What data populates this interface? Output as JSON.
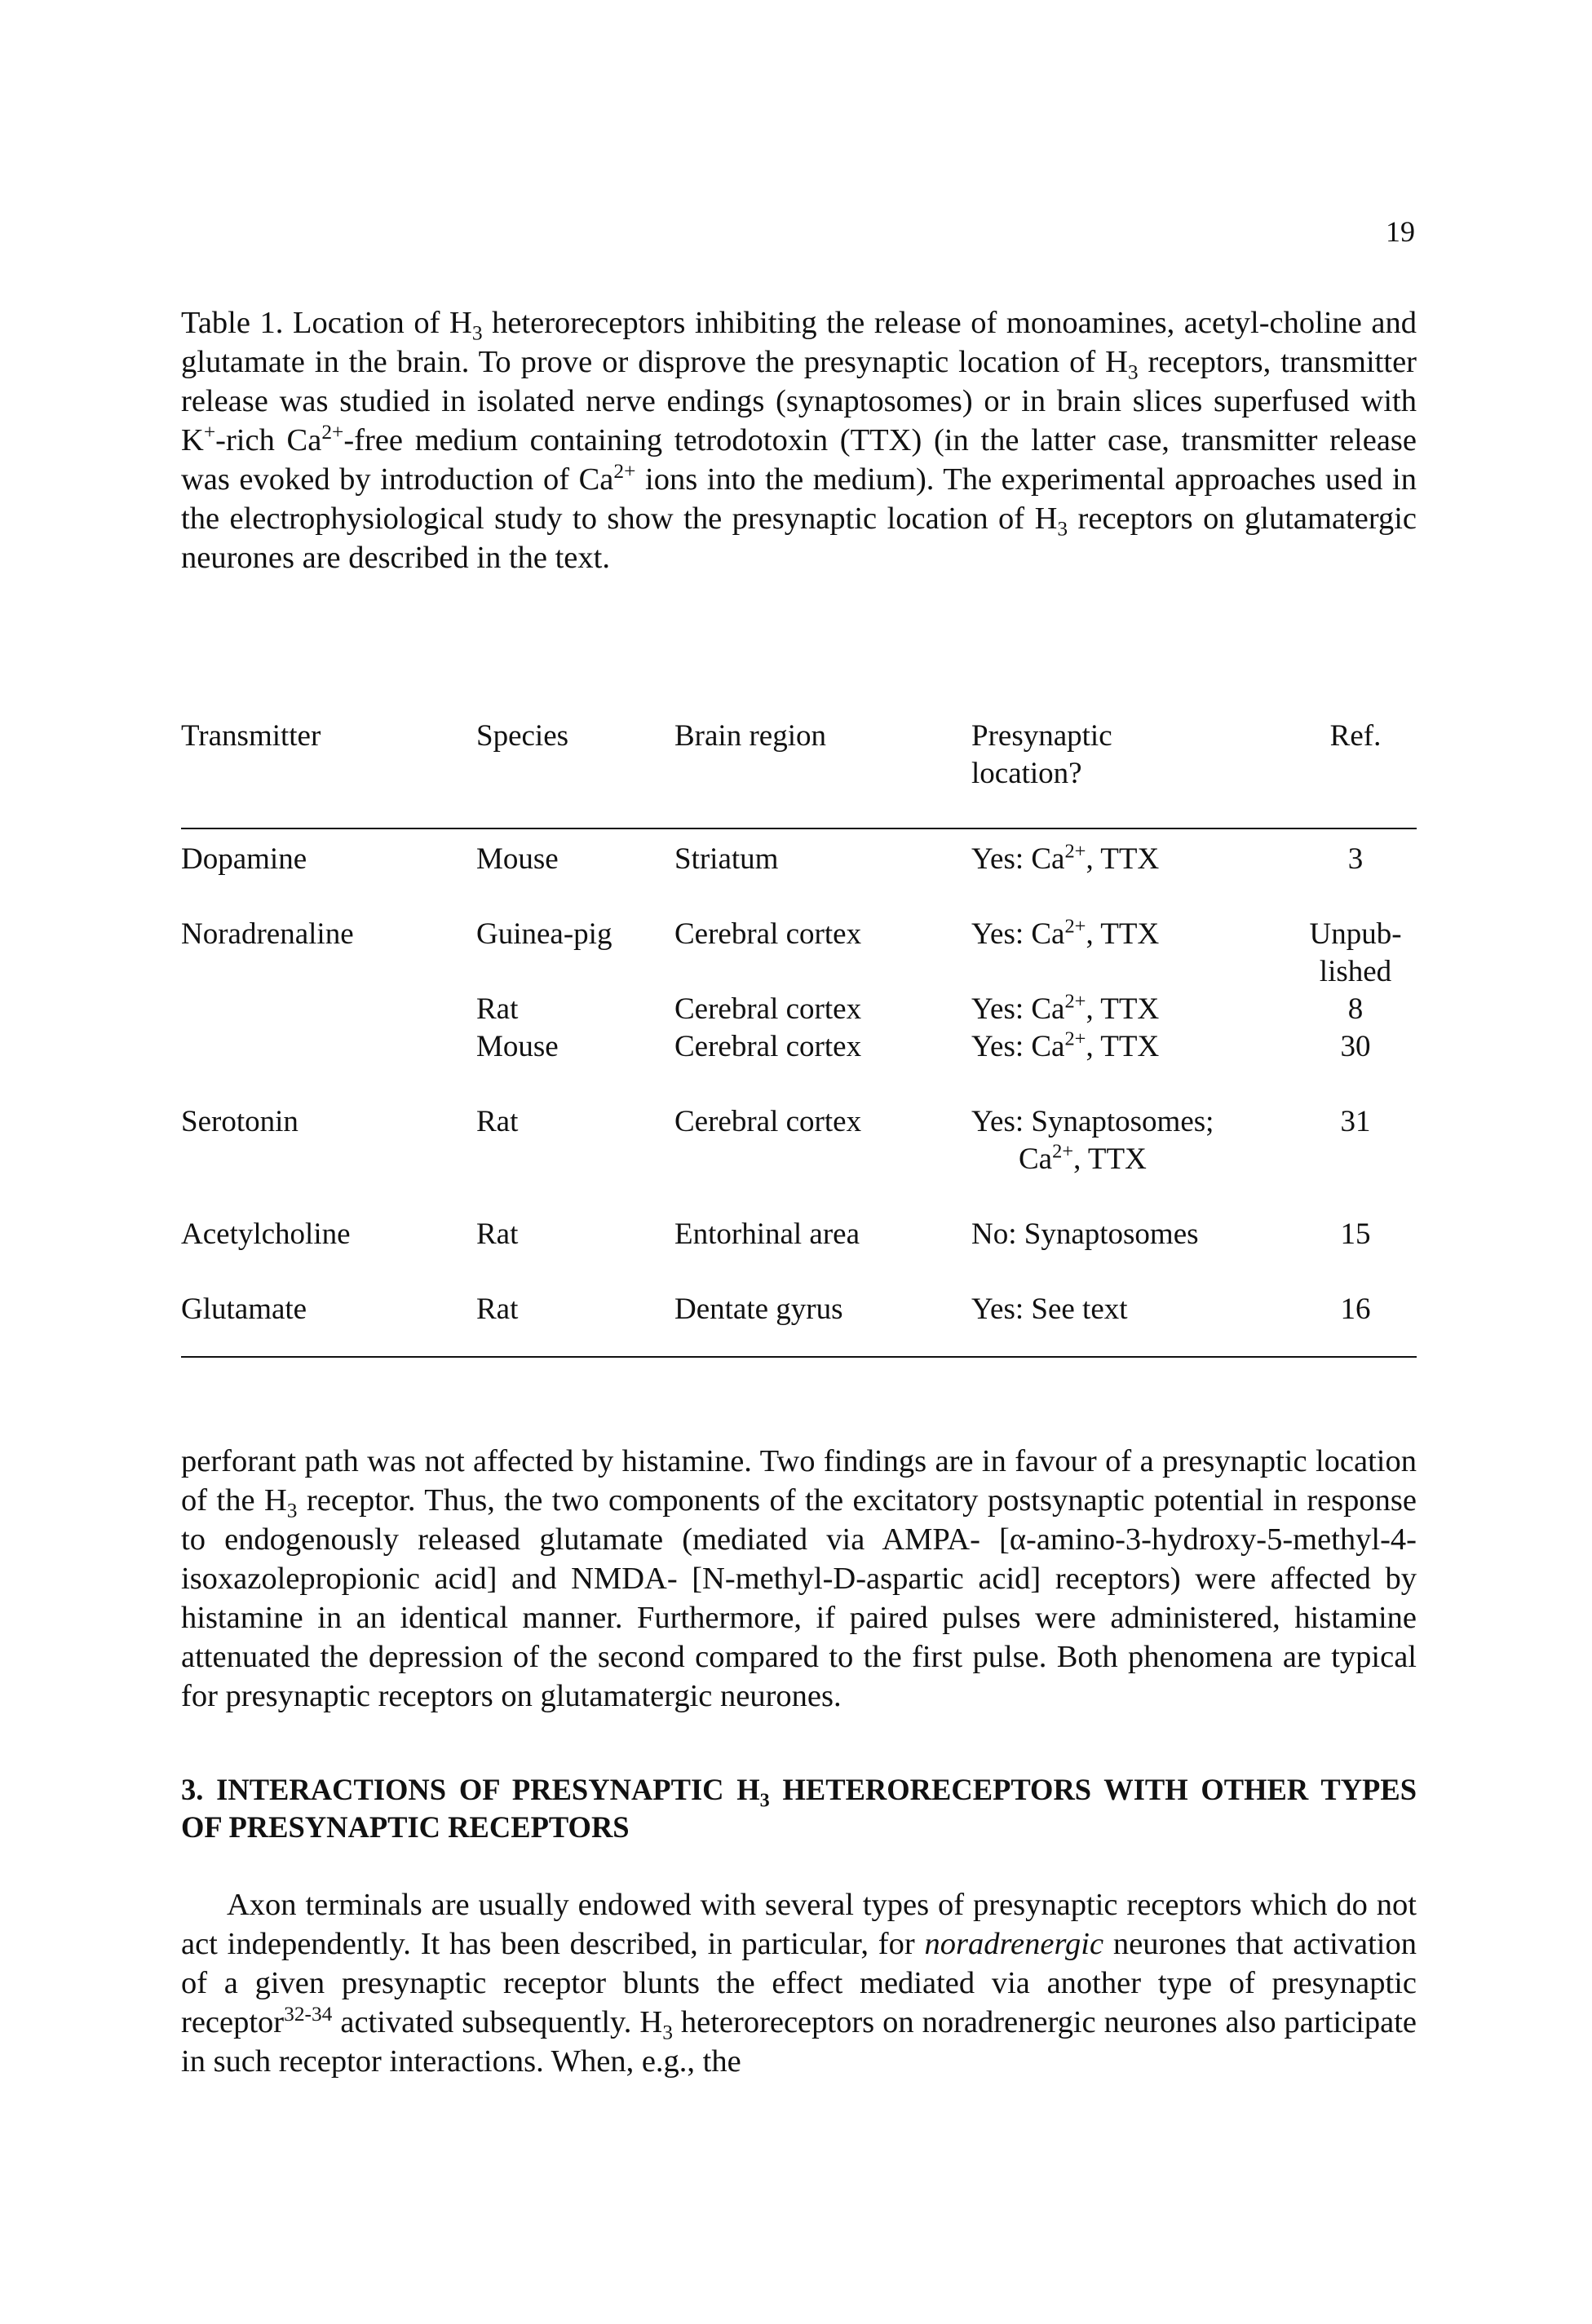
{
  "page_number": "19",
  "caption": {
    "label": "Table 1.",
    "t1": " Location of H",
    "t1_sub": "3",
    "t2": " heteroreceptors inhibiting the release of monoamines, acetyl-choline and glutamate in the brain. To prove or disprove the presynaptic location of H",
    "t2_sub": "3",
    "t3": " receptors, transmitter release was studied in isolated nerve endings (synaptosomes) or in brain slices superfused with K",
    "t3_sup": "+",
    "t4": "-rich Ca",
    "t4_sup": "2+",
    "t5": "-free medium containing tetrodotoxin (TTX) (in the latter case, transmitter release was evoked by introduction of Ca",
    "t5_sup": "2+",
    "t6": " ions into the medium). The experimental approaches used in the electrophysiological study to show the presynaptic location of H",
    "t6_sub": "3",
    "t7": " receptors on glutamatergic neurones are described in the text."
  },
  "table": {
    "headers": {
      "transmitter": "Transmitter",
      "species": "Species",
      "region": "Brain region",
      "presynaptic_1": "Presynaptic",
      "presynaptic_2": "location?",
      "ref": "Ref."
    },
    "rows": [
      {
        "transmitter": "Dopamine",
        "species": "Mouse",
        "region": "Striatum",
        "pre": "Yes: Ca",
        "pre_sup": "2+",
        "pre_tail": ", TTX",
        "ref": "3"
      },
      {
        "transmitter": "Noradrenaline",
        "species": "Guinea-pig",
        "region": "Cerebral cortex",
        "pre": "Yes: Ca",
        "pre_sup": "2+",
        "pre_tail": ", TTX",
        "ref_1": "Unpub-",
        "ref_2": "lished"
      },
      {
        "transmitter": "",
        "species": "Rat",
        "region": "Cerebral cortex",
        "pre": "Yes: Ca",
        "pre_sup": "2+",
        "pre_tail": ", TTX",
        "ref": "8"
      },
      {
        "transmitter": "",
        "species": "Mouse",
        "region": "Cerebral cortex",
        "pre": "Yes: Ca",
        "pre_sup": "2+",
        "pre_tail": ", TTX",
        "ref": "30"
      },
      {
        "transmitter": "Serotonin",
        "species": "Rat",
        "region": "Cerebral cortex",
        "pre": "Yes: Synaptosomes;",
        "pre_2": "Ca",
        "pre_2_sup": "2+",
        "pre_2_tail": ", TTX",
        "ref": "31"
      },
      {
        "transmitter": "Acetylcholine",
        "species": "Rat",
        "region": "Entorhinal area",
        "pre": "No: Synaptosomes",
        "ref": "15"
      },
      {
        "transmitter": "Glutamate",
        "species": "Rat",
        "region": "Dentate gyrus",
        "pre": "Yes: See text",
        "ref": "16"
      }
    ]
  },
  "paragraph_1": {
    "t1": "perforant path was not affected by histamine. Two findings are in favour of a presynaptic location of the H",
    "t1_sub": "3",
    "t2": " receptor. Thus, the two components of the excitatory postsynaptic potential in response to endogenously released glutamate (mediated via AMPA- [α-amino-3-hydroxy-5-methyl-4-isoxazolepropionic acid] and NMDA- [N-methyl-D-aspartic acid] receptors) were affected by histamine in an identical manner. Furthermore, if paired pulses were administered, histamine attenuated the depression of the second compared to the first pulse. Both phenomena are typical for presynaptic receptors on glutamatergic neurones."
  },
  "section": {
    "h1": "3. INTERACTIONS OF PRESYNAPTIC H",
    "h1_sub": "3",
    "h2": " HETERORECEPTORS WITH OTHER TYPES OF PRESYNAPTIC RECEPTORS"
  },
  "paragraph_2": {
    "t1": "Axon terminals are usually endowed with several types of presynaptic receptors which do not act independently. It has been described, in particular, for ",
    "t1_em": "noradrenergic",
    "t2": " neurones that activation of a given presynaptic receptor blunts the effect mediated via another type of presynaptic receptor",
    "t2_sup": "32-34",
    "t3": " activated subsequently. H",
    "t3_sub": "3",
    "t4": " heteroreceptors on noradrenergic neurones also participate in such receptor interactions. When, e.g., the"
  }
}
